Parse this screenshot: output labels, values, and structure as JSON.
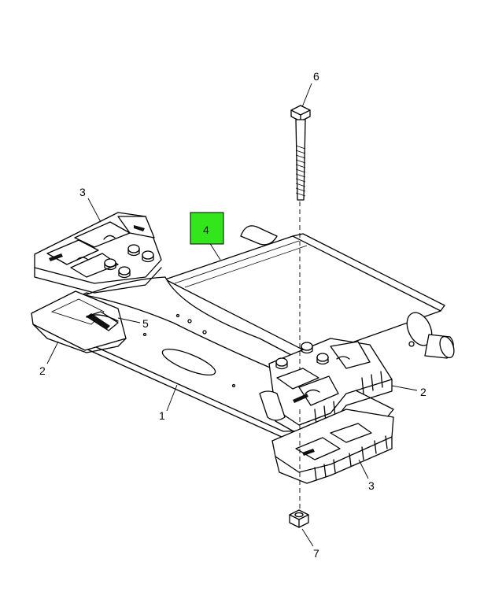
{
  "diagram": {
    "highlight_color": "#33e61c",
    "callouts": [
      {
        "id": "1",
        "label": "1"
      },
      {
        "id": "2a",
        "label": "2"
      },
      {
        "id": "2b",
        "label": "2"
      },
      {
        "id": "3a",
        "label": "3"
      },
      {
        "id": "3b",
        "label": "3"
      },
      {
        "id": "4",
        "label": "4"
      },
      {
        "id": "5",
        "label": "5"
      },
      {
        "id": "6",
        "label": "6"
      },
      {
        "id": "7",
        "label": "7"
      }
    ]
  }
}
